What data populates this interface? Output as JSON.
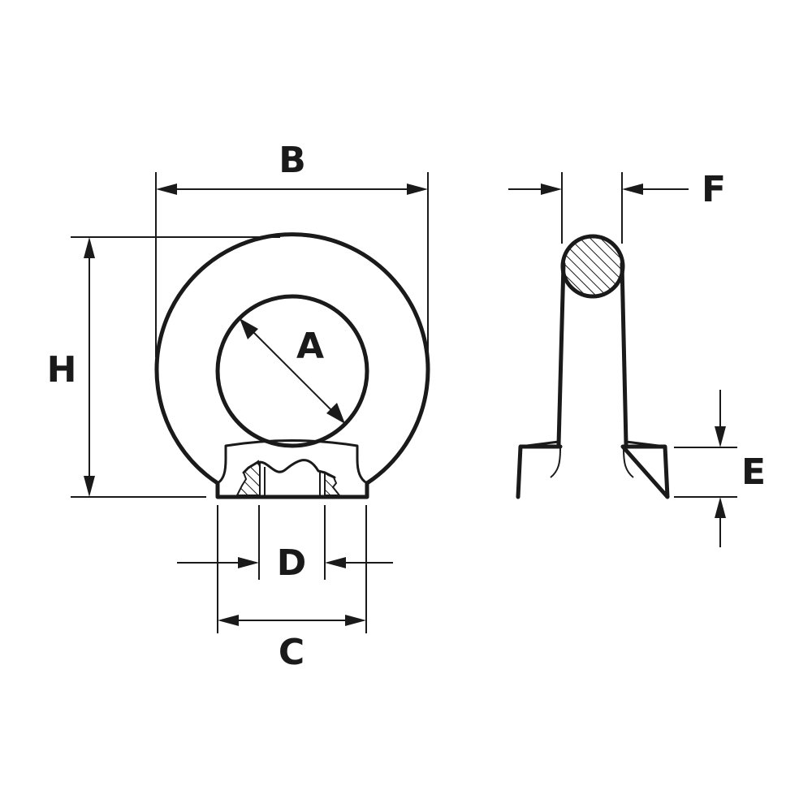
{
  "labels": {
    "a": "A",
    "b": "B",
    "c": "C",
    "d": "D",
    "e": "E",
    "f": "F",
    "h": "H"
  },
  "colors": {
    "ink": "#1a1a1a",
    "background": "#ffffff"
  }
}
